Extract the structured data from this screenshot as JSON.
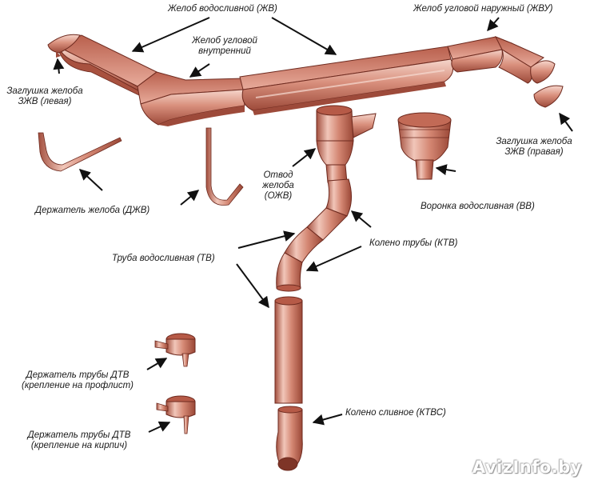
{
  "labels": {
    "gutter": "Желоб водосливной (ЖВ)",
    "outer_corner": "Желоб угловой наружный (ЖВУ)",
    "inner_corner_line1": "Желоб угловой",
    "inner_corner_line2": "внутренний",
    "end_cap_left_line1": "Заглушка желоба",
    "end_cap_left_line2": "ЗЖВ (левая)",
    "end_cap_right_line1": "Заглушка желоба",
    "end_cap_right_line2": "ЗЖВ (правая)",
    "gutter_holder": "Держатель желоба (ДЖВ)",
    "outlet_line1": "Отвод",
    "outlet_line2": "желоба",
    "outlet_line3": "(ОЖВ)",
    "funnel": "Воронка водосливная (ВВ)",
    "pipe_elbow": "Колено трубы (КТВ)",
    "downpipe": "Труба водосливная (ТВ)",
    "pipe_holder_prof_line1": "Держатель трубы ДТВ",
    "pipe_holder_prof_line2": "(крепление на профлист)",
    "pipe_holder_brick_line1": "Держатель трубы ДТВ",
    "pipe_holder_brick_line2": "(крепление на кирпич)",
    "drain_elbow": "Колено сливное (КТВС)"
  },
  "watermark": "AvizInfo.by",
  "colors": {
    "metal_light": "#f2cbbf",
    "metal_mid": "#d78c78",
    "metal_dark": "#a3503f",
    "outline": "#6e2a1f",
    "arrow": "#111111"
  }
}
